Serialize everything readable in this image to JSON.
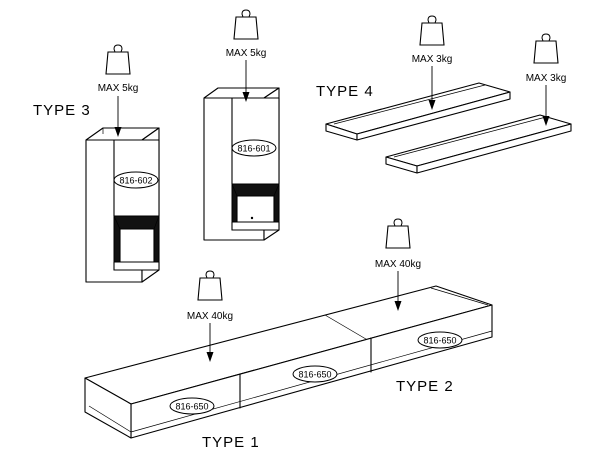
{
  "types": {
    "type1": "TYPE 1",
    "type2": "TYPE 2",
    "type3": "TYPE 3",
    "type4": "TYPE 4"
  },
  "loads": {
    "cab602": "MAX 5kg",
    "cab601": "MAX 5kg",
    "shelf_a": "MAX 3kg",
    "shelf_b": "MAX 3kg",
    "tv_left": "MAX 40kg",
    "tv_right": "MAX 40kg"
  },
  "codes": {
    "cab602": "816-602",
    "cab601": "816-601",
    "tv_a": "816-650",
    "tv_b": "816-650",
    "tv_c": "816-650"
  },
  "icons": {
    "weight": "weight-icon",
    "arrow": "arrow-down-icon"
  }
}
